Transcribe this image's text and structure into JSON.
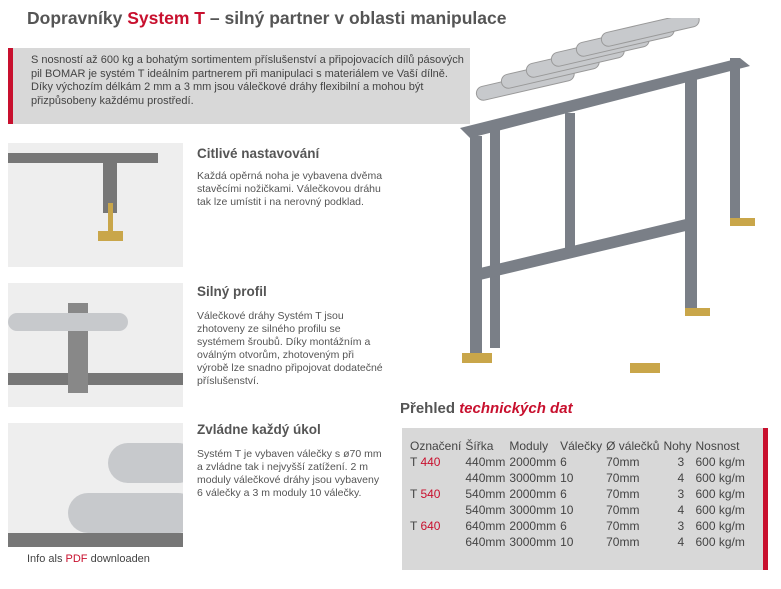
{
  "title": {
    "prefix": "Dopravníky ",
    "highlight": "System T",
    "suffix": " – silný partner v oblasti manipulace"
  },
  "intro": "S nosností až 600 kg a bohatým sortimentem příslušenství a připojovacích dílů pásových pil BOMAR je systém T ideálním partnerem při manipulaci s materiálem ve Vaší dílně. Díky výchozím délkám 2 mm a 3 mm jsou válečkové dráhy flexibilní a mohou být přizpůsobeny každému prostředí.",
  "sections": [
    {
      "heading": "Citlivé nastavování",
      "text": "Každá opěrná noha je vybavena dvěma stavěcími nožičkami. Válečkovou dráhu tak lze umístit i na nerovný podklad."
    },
    {
      "heading": "Silný profil",
      "text": "Válečkové dráhy Systém T jsou zhotoveny ze silného profilu se systémem šroubů. Díky montážním a oválným otvorům, zhotoveným při výrobě lze snadno připojovat dodatečné příslušenství."
    },
    {
      "heading": "Zvládne každý úkol",
      "text": "Systém T je vybaven válečky s ø70 mm a zvládne tak i nejvyšší zatížení. 2 m moduly válečkové dráhy jsou vybaveny 6 válečky a 3 m moduly 10 válečky."
    }
  ],
  "tech": {
    "heading_prefix": "Přehled ",
    "heading_highlight": "technických dat",
    "columns": [
      "Označení",
      "Šířka",
      "Moduly",
      "Válečky",
      "Ø válečků",
      "Nohy",
      "Nosnost"
    ],
    "rows": [
      {
        "prefix": "T ",
        "model": "440",
        "sirka": "440mm",
        "moduly": "2000mm",
        "valecky": "6",
        "prumer": "70mm",
        "nohy": "3",
        "nosnost": "600 kg/m"
      },
      {
        "prefix": "",
        "model": "",
        "sirka": "440mm",
        "moduly": "3000mm",
        "valecky": "10",
        "prumer": "70mm",
        "nohy": "4",
        "nosnost": "600 kg/m"
      },
      {
        "prefix": "T ",
        "model": "540",
        "sirka": "540mm",
        "moduly": "2000mm",
        "valecky": "6",
        "prumer": "70mm",
        "nohy": "3",
        "nosnost": "600 kg/m"
      },
      {
        "prefix": "",
        "model": "",
        "sirka": "540mm",
        "moduly": "3000mm",
        "valecky": "10",
        "prumer": "70mm",
        "nohy": "4",
        "nosnost": "600 kg/m"
      },
      {
        "prefix": "T ",
        "model": "640",
        "sirka": "640mm",
        "moduly": "2000mm",
        "valecky": "6",
        "prumer": "70mm",
        "nohy": "3",
        "nosnost": "600 kg/m"
      },
      {
        "prefix": "",
        "model": "",
        "sirka": "640mm",
        "moduly": "3000mm",
        "valecky": "10",
        "prumer": "70mm",
        "nohy": "4",
        "nosnost": "600 kg/m"
      }
    ]
  },
  "footer": {
    "prefix": "Info als ",
    "link": "PDF",
    "suffix": " downloaden"
  }
}
